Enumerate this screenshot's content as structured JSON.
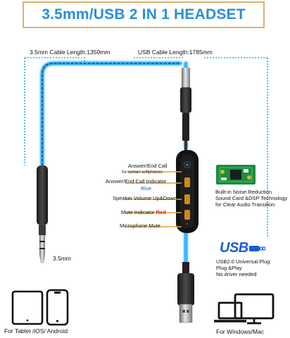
{
  "title": "3.5mm/USB 2 IN 1 HEADSET",
  "cables": {
    "left_length": "3.5mm Cable Length:1350mm",
    "right_length": "USB Cable Length:1785mm"
  },
  "controls": {
    "answer_end": "Answer/End Call",
    "answer_end_sub": "for certain softphones",
    "indicator": "Answer/End Call Indicator",
    "indicator_color": "Blue",
    "volume": "Speaker Volume Up&Down",
    "mute_indicator": "Mute Indicator",
    "mute_indicator_color": "Red",
    "mic_mute": "Microphone Mute"
  },
  "features": {
    "dsp_line1": "Built-in Noise Reduction",
    "dsp_line2": "Sound Card &DSP Technology",
    "dsp_line3": "for Clear Audio Transition",
    "usb_logo": "USB",
    "usb_line1": "USB2.0 Universal Plug",
    "usb_line2": "Plug &Play",
    "usb_line3": "No driver needed"
  },
  "plugs": {
    "jack": "3.5mm"
  },
  "devices": {
    "mobile": "For Tablet /iOS/ Android",
    "computer": "For Windows/Mac"
  },
  "colors": {
    "title": "#2a8fd8",
    "cable_glow": "#3ab6ff",
    "frame": "#d4b56a",
    "red_text": "#e01b1b",
    "blue_text": "#1a63d8"
  }
}
